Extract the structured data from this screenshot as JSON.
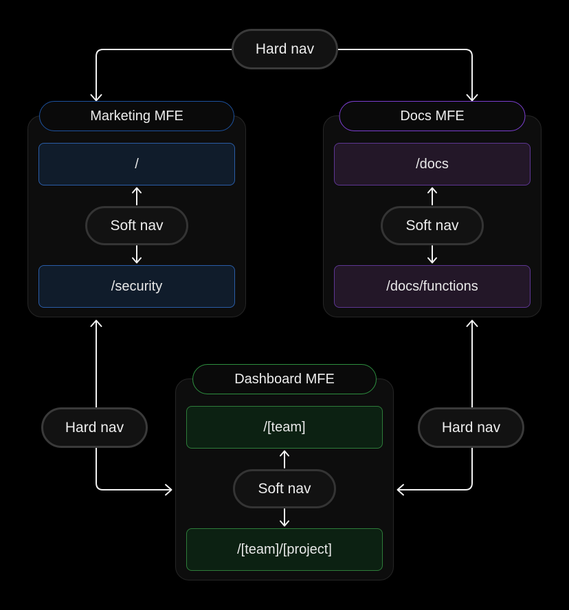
{
  "colors": {
    "background": "#000000",
    "card_background": "#0d0d0d",
    "card_border": "#262626",
    "nav_pill_background": "#121212",
    "nav_pill_border": "#3a3a3a",
    "connector_line": "#f2f2f2",
    "marketing_accent": "#1d529f",
    "marketing_route_fill": "#101c2b",
    "docs_accent": "#7c3fd1",
    "docs_route_fill": "#231728",
    "dashboard_accent": "#2d8f3f",
    "dashboard_route_fill": "#0c2112",
    "text": "#ededed"
  },
  "connectors": {
    "top_hard_nav_label": "Hard nav",
    "left_hard_nav_label": "Hard nav",
    "right_hard_nav_label": "Hard nav"
  },
  "cards": {
    "marketing": {
      "title": "Marketing MFE",
      "route_top": "/",
      "soft_nav_label": "Soft nav",
      "route_bottom": "/security"
    },
    "docs": {
      "title": "Docs MFE",
      "route_top": "/docs",
      "soft_nav_label": "Soft nav",
      "route_bottom": "/docs/functions"
    },
    "dashboard": {
      "title": "Dashboard MFE",
      "route_top": "/[team]",
      "soft_nav_label": "Soft nav",
      "route_bottom": "/[team]/[project]"
    }
  }
}
